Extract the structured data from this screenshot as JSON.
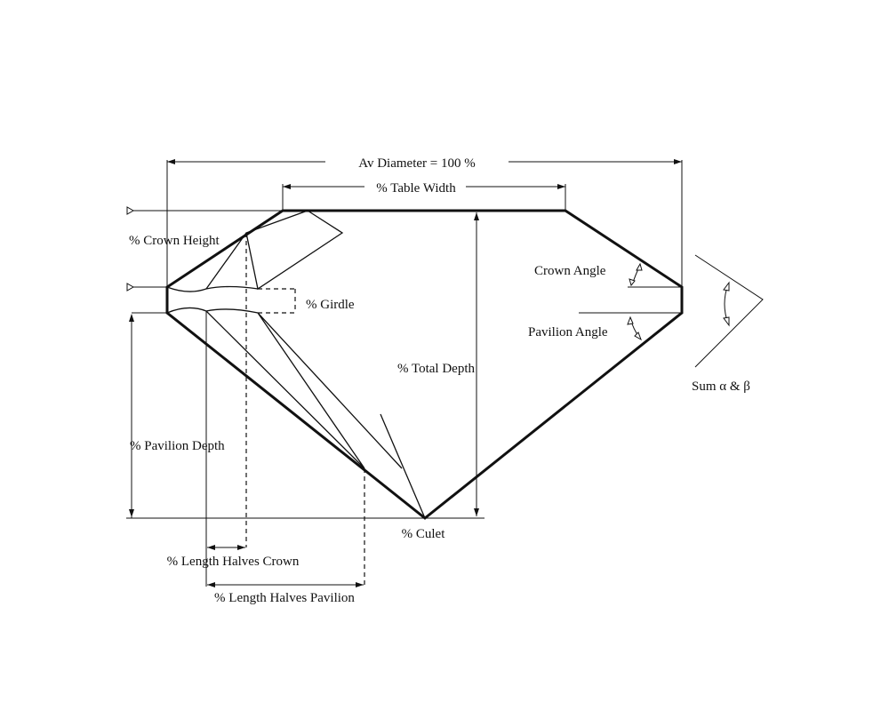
{
  "labels": {
    "av_diameter": "Av Diameter = 100 %",
    "table_width": "% Table Width",
    "crown_height": "% Crown Height",
    "girdle": "% Girdle",
    "total_depth": "% Total Depth",
    "pavilion_depth": "% Pavilion Depth",
    "culet": "% Culet",
    "length_halves_crown": "% Length Halves Crown",
    "length_halves_pavilion": "% Length Halves Pavilion",
    "crown_angle": "Crown Angle",
    "pavilion_angle": "Pavilion Angle",
    "sum_angles": "Sum α & β"
  }
}
